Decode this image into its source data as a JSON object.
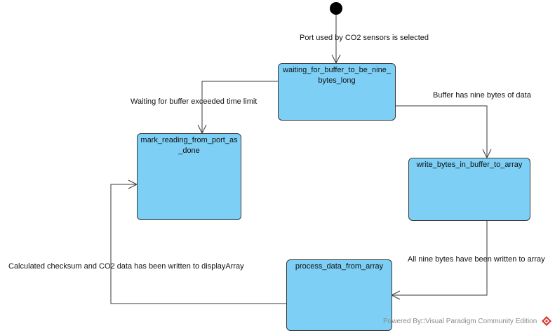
{
  "states": {
    "waiting": {
      "name": "waiting_for_buffer_to_be_nine_bytes_long"
    },
    "mark": {
      "name": "mark_reading_from_port_as_done"
    },
    "write": {
      "name": "write_bytes_in_buffer_to_array"
    },
    "process": {
      "name": "process_data_from_array"
    }
  },
  "transitions": {
    "initial_to_waiting": "Port used by CO2 sensors is selected",
    "waiting_to_mark": "Waiting for buffer exceeded time limit",
    "waiting_to_write": "Buffer has nine bytes of data",
    "write_to_process": "All nine bytes have been written to array",
    "process_to_mark": "Calculated checksum and CO2 data has been written to displayArray"
  },
  "watermark": {
    "text": "Powered By□Visual Paradigm Community Edition"
  },
  "colors": {
    "state_fill": "#7dcff5",
    "line": "#3a3a3a",
    "initial_node": "#000000",
    "watermark_logo": "#d9342b"
  }
}
